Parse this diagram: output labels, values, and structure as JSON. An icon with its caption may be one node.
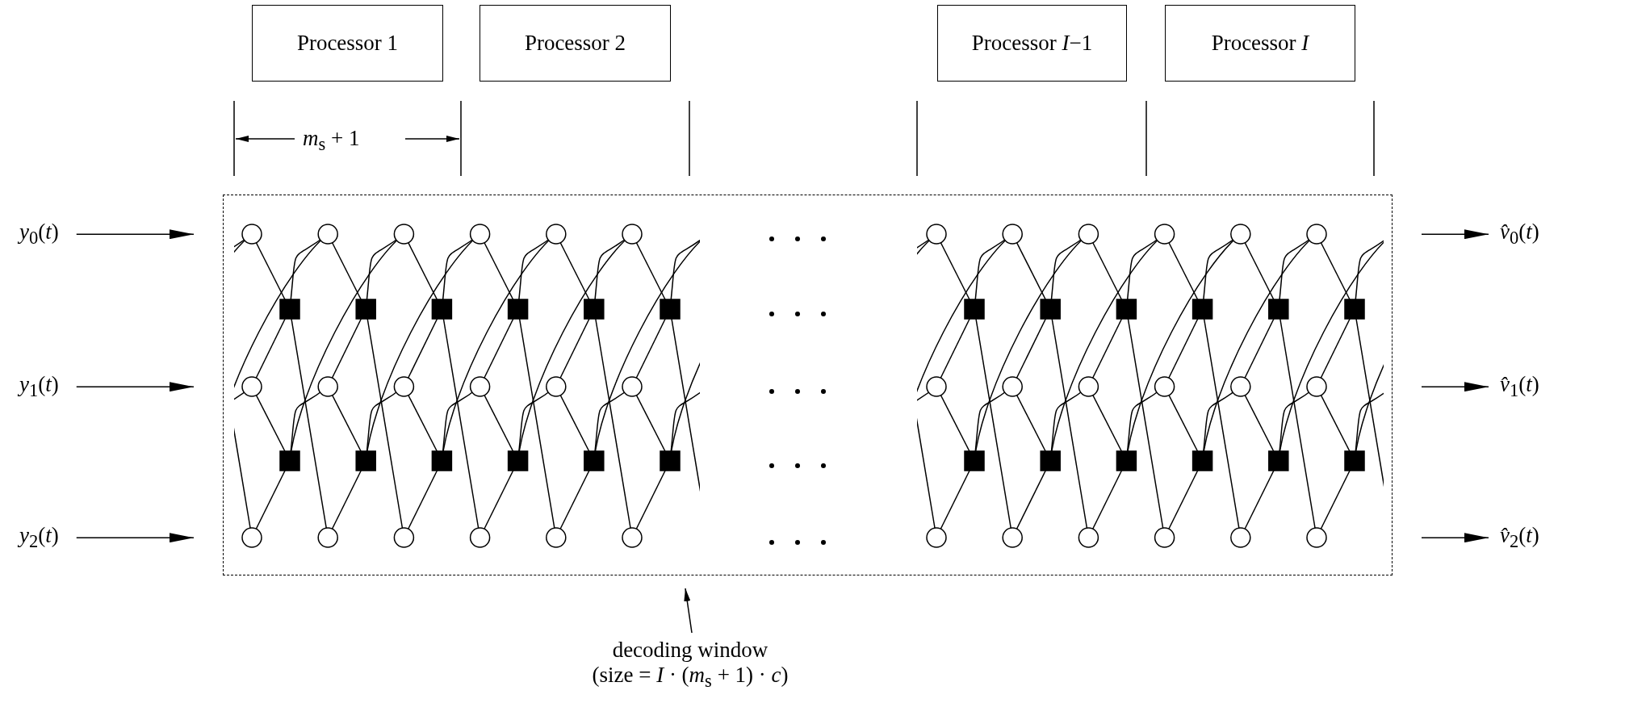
{
  "diagram": {
    "nodes": [
      {
        "text": [
          "Processor 1"
        ]
      },
      {
        "text": [
          "Processor 2"
        ]
      },
      {
        "text": [
          "Processor *I*−1"
        ]
      },
      {
        "text": [
          "Processor *I*"
        ]
      },
      {
        "text": [
          "*y*$_{0}$(*t*)"
        ]
      },
      {
        "text": [
          "*y*$_{1}$(*t*)"
        ]
      },
      {
        "text": [
          "*y*$_{2}$(*t*)"
        ]
      },
      {
        "text": [],
        "shape": "box"
      },
      {
        "text": [
          "*v̂*$_{0}$(*t*)"
        ]
      },
      {
        "text": [
          "*v̂*$_{1}$(*t*)"
        ]
      },
      {
        "text": [
          "*v̂*$_{2}$(*t*)"
        ]
      },
      {
        "text": [
          "decoding window",
          "(size = *I* · (*m*$_{s}$ + 1) · *c*)"
        ]
      }
    ],
    "edges": [
      {
        "from": 4,
        "to": 7,
        "arrow": "to"
      },
      {
        "from": 5,
        "to": 7,
        "arrow": "to"
      },
      {
        "from": 6,
        "to": 7,
        "arrow": "to"
      },
      {
        "from": 7,
        "to": 8,
        "arrow": "to"
      },
      {
        "from": 7,
        "to": 9,
        "arrow": "to"
      },
      {
        "from": 7,
        "to": 10,
        "arrow": "to"
      },
      {
        "from": 11,
        "to": 7,
        "arrow": "to"
      }
    ],
    "labels": [
      "*m*$_{s}$ + 1"
    ]
  }
}
